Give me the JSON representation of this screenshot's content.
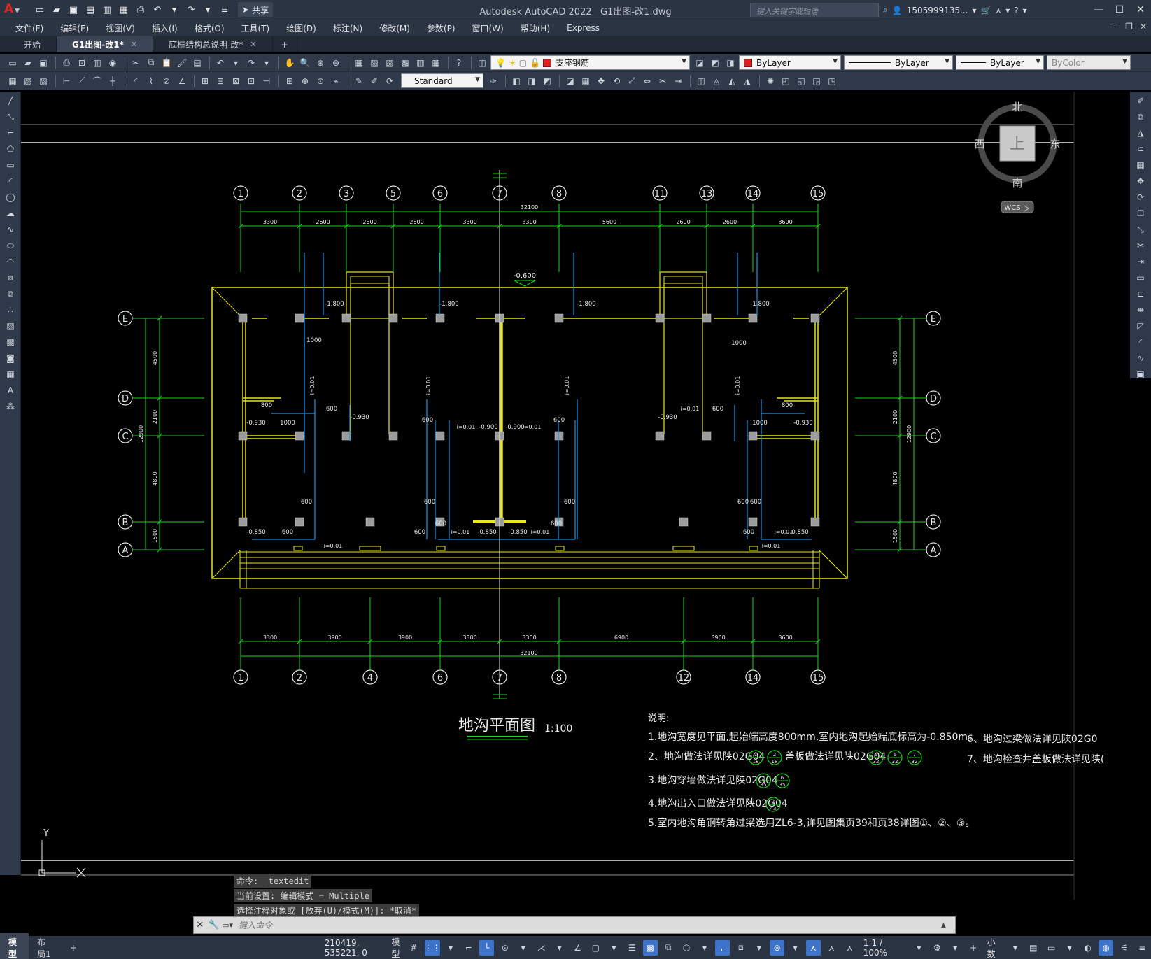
{
  "titlebar": {
    "app_title": "Autodesk AutoCAD 2022",
    "file_name": "G1出图-改1.dwg",
    "search_placeholder": "键入关键字或短语",
    "user": "1505999135...",
    "share_label": "共享",
    "logo": "A"
  },
  "menu": [
    "文件(F)",
    "编辑(E)",
    "视图(V)",
    "插入(I)",
    "格式(O)",
    "工具(T)",
    "绘图(D)",
    "标注(N)",
    "修改(M)",
    "参数(P)",
    "窗口(W)",
    "帮助(H)",
    "Express"
  ],
  "tabs": {
    "start": "开始",
    "doc1": "G1出图-改1*",
    "doc2": "底框结构总说明-改*",
    "plus": "+",
    "close": "✕"
  },
  "toolbar": {
    "layer_name": "支座钢筋",
    "layer_color": "#e11d1d",
    "color_value": "ByLayer",
    "linetype_value": "ByLayer",
    "lineweight_value": "ByLayer",
    "plotstyle_value": "ByColor",
    "textstyle_value": "Standard"
  },
  "viewcube": {
    "north": "北",
    "south": "南",
    "east": "东",
    "west": "西",
    "face": "上",
    "wcs": "WCS"
  },
  "drawing": {
    "title": "地沟平面图",
    "scale": "1:100",
    "top_total": "32100",
    "bottom_total": "32100",
    "top_dims": [
      "3300",
      "2600",
      "2600",
      "2600",
      "3300",
      "3300",
      "5600",
      "2600",
      "2600",
      "3600"
    ],
    "bottom_dims": [
      "3300",
      "3900",
      "3900",
      "3300",
      "3300",
      "6900",
      "3900",
      "3600"
    ],
    "top_axes": [
      "1",
      "2",
      "3",
      "5",
      "6",
      "7",
      "8",
      "11",
      "13",
      "14",
      "15"
    ],
    "bottom_axes": [
      "1",
      "2",
      "4",
      "6",
      "7",
      "8",
      "12",
      "14",
      "15"
    ],
    "row_axes": [
      "E",
      "D",
      "C",
      "B",
      "A"
    ],
    "left_dims": [
      "4500",
      "2100",
      "4800",
      "1500"
    ],
    "left_total": "12900",
    "right_dims": [
      "4500",
      "2100",
      "4800",
      "1500"
    ],
    "right_total": "12900",
    "elev_top": "-0.600",
    "elev_labels": [
      "-1.800",
      "-1.800",
      "-1.800",
      "-1.800",
      "-0.930",
      "-0.930",
      "-0.900",
      "-0.900",
      "-0.930",
      "-0.930",
      "-0.850",
      "-0.850",
      "-0.850",
      "-0.850"
    ],
    "slope_labels": [
      "i=0.01",
      "i=0.01",
      "i=0.01",
      "i=0.01",
      "i=0.01",
      "i=0.01",
      "i=0.01",
      "i=0.01",
      "i=0.01",
      "i=0.01",
      "i=0.01",
      "i=0.01"
    ],
    "width_labels": [
      "1000",
      "1000",
      "800",
      "800",
      "1000",
      "1000",
      "600",
      "600",
      "600",
      "600",
      "600",
      "600",
      "600",
      "600",
      "600",
      "600",
      "600",
      "600",
      "600",
      "600"
    ]
  },
  "notes": {
    "heading": "说明:",
    "lines": [
      "1.地沟宽度见平面,起始端高度800mm,室内地沟起始端底标高为-0.850m。",
      "2、地沟做法详见陕02G04",
      "盖板做法详见陕02G04",
      "3.地沟穿墙做法详见陕02G04",
      "4.地沟出入口做法详见陕02G04",
      "5.室内地沟角钢转角过梁选用ZL6-3,详见图集页39和页38详图①、②、③。",
      "6、地沟过梁做法详见陕02G0",
      "7、地沟检查井盖板做法详见陕("
    ],
    "badges": [
      {
        "top": "1",
        "bottom": "18"
      },
      {
        "top": "2",
        "bottom": "18"
      },
      {
        "top": "5",
        "bottom": "32"
      },
      {
        "top": "6",
        "bottom": "32"
      },
      {
        "top": "7",
        "bottom": "32"
      },
      {
        "top": "5",
        "bottom": "35"
      },
      {
        "top": "6",
        "bottom": "35"
      },
      {
        "top": "2",
        "bottom": "43"
      }
    ]
  },
  "ucs": {
    "y": "Y"
  },
  "command": {
    "history": [
      "命令: _textedit",
      "当前设置: 编辑模式 = Multiple",
      "选择注释对象或 [放弃(U)/模式(M)]: *取消*"
    ],
    "placeholder": "键入命令"
  },
  "status": {
    "model_tab": "模型",
    "layout_tab": "布局1",
    "add_tab": "+",
    "coordinates": "210419, 535221, 0",
    "model_label": "模型",
    "annotation_scale": "1:1 / 100%",
    "units": "小数"
  }
}
